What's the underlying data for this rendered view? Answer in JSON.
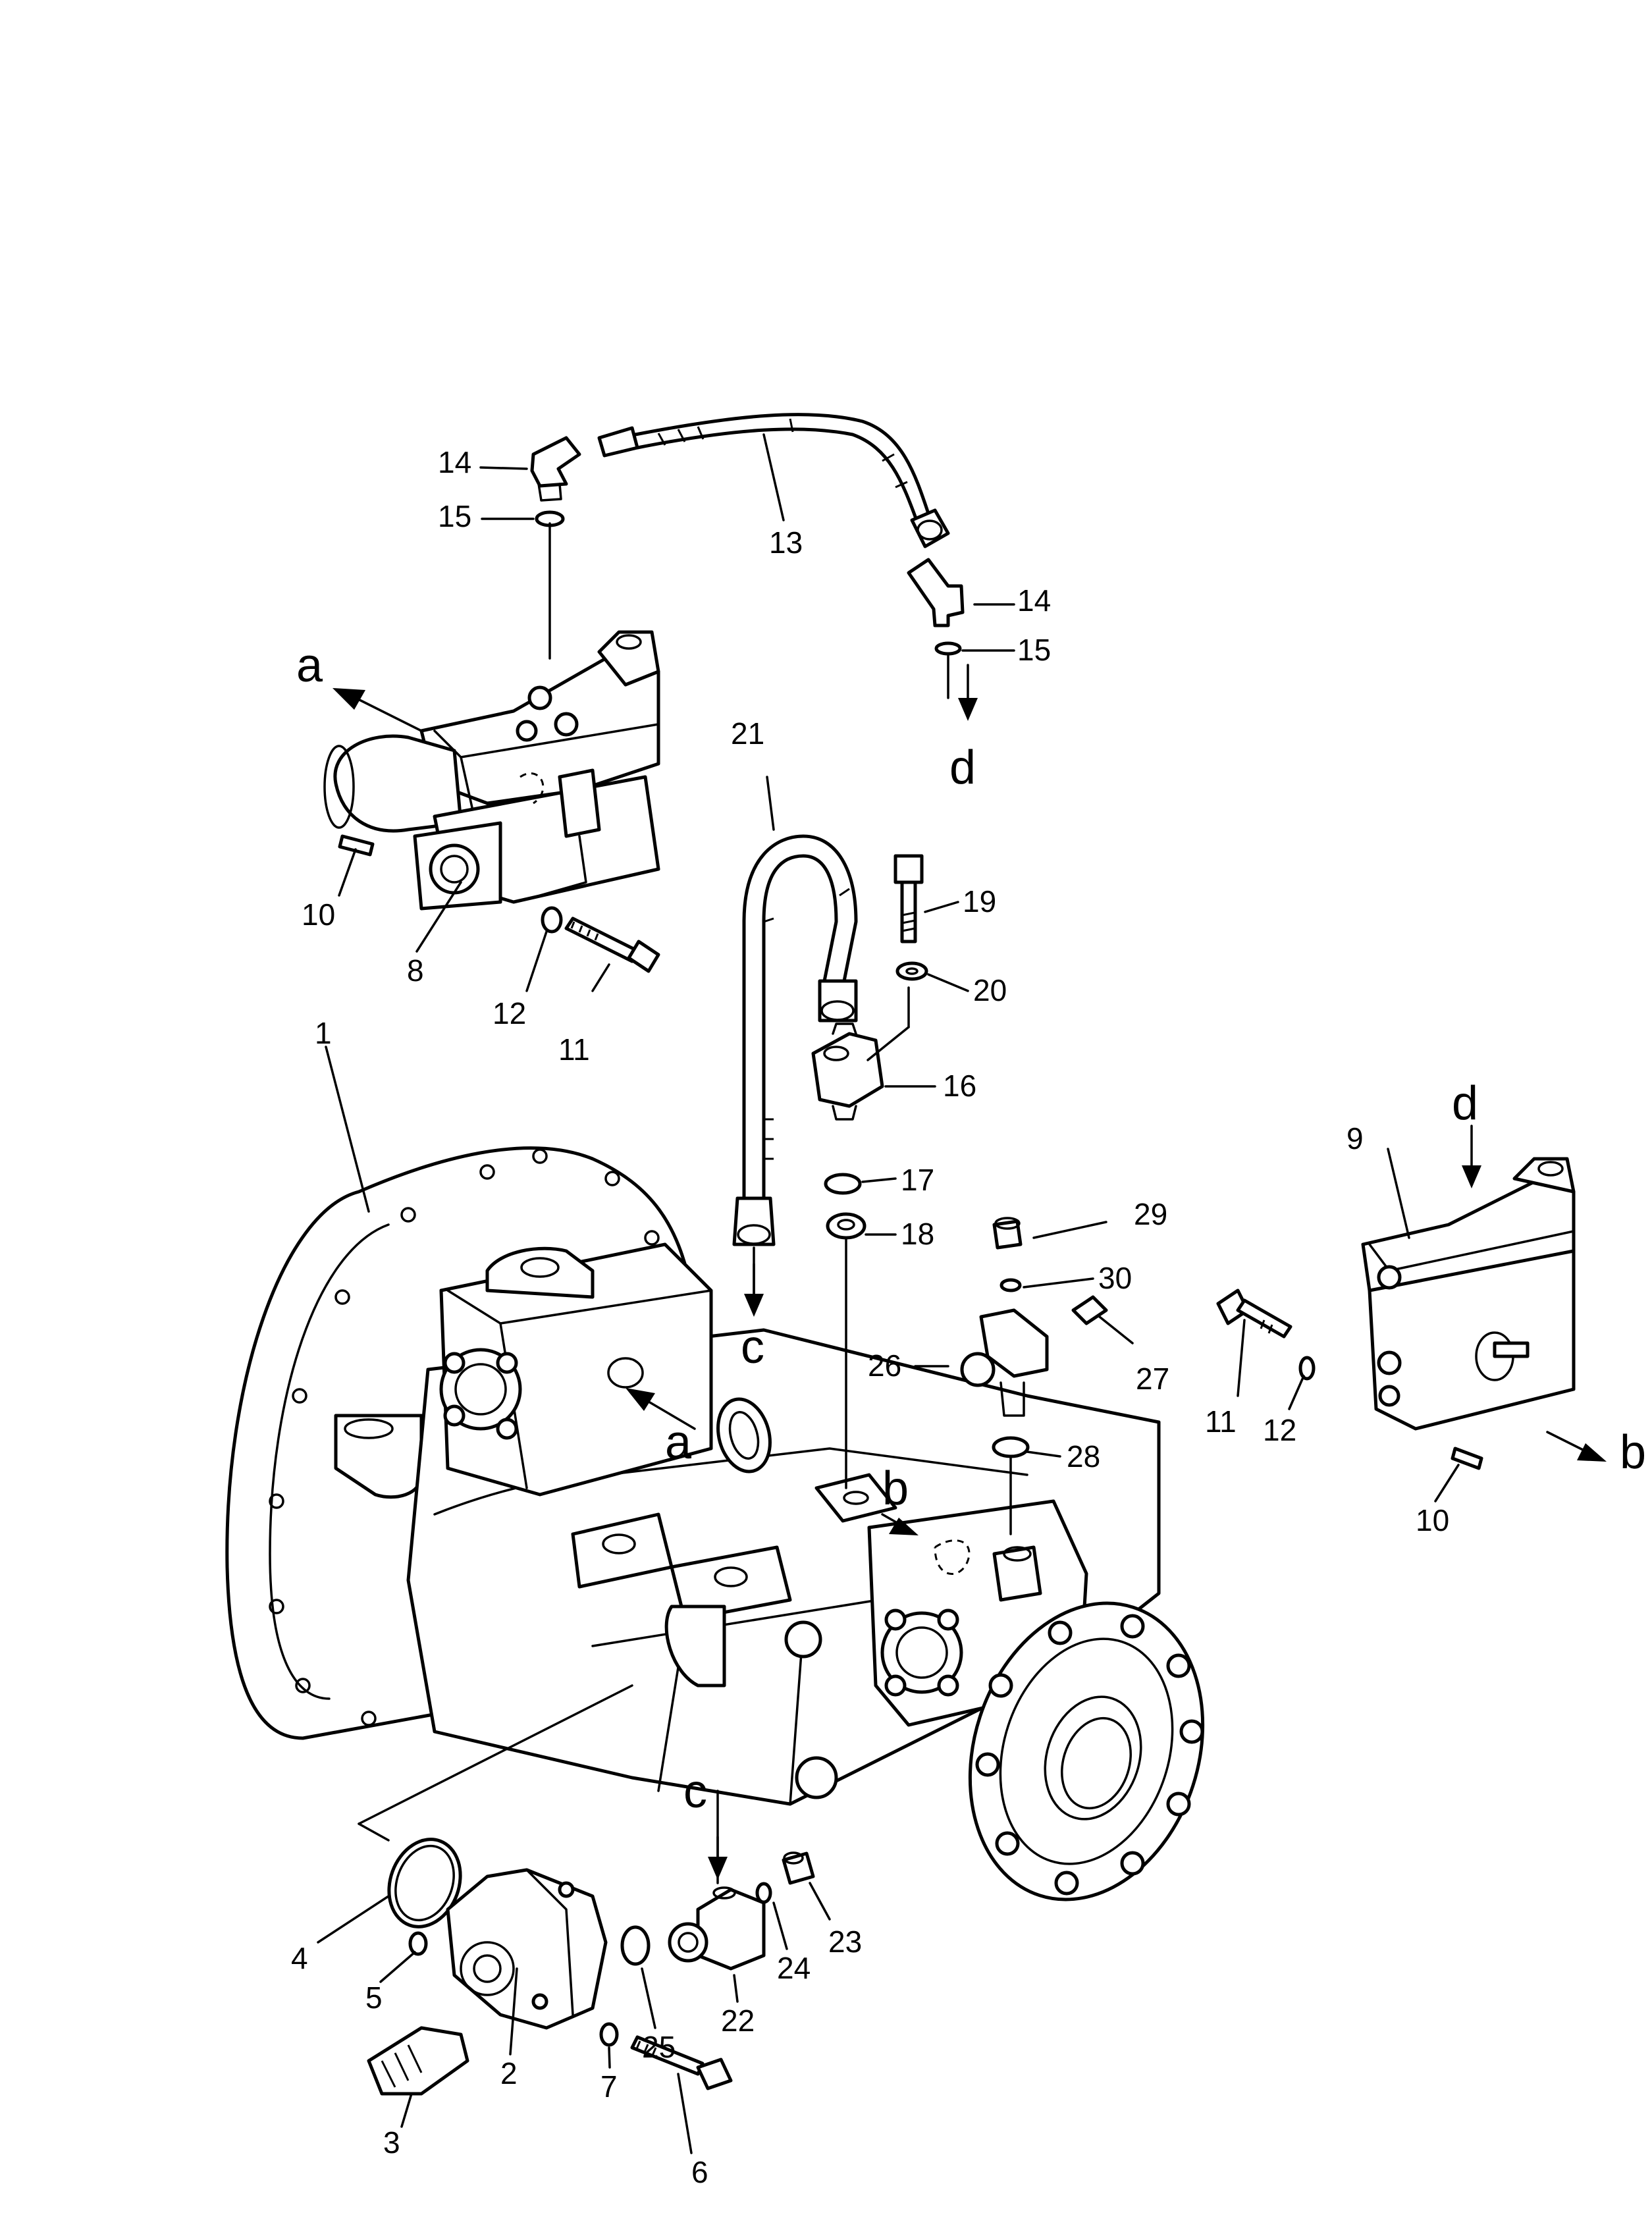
{
  "callouts": [
    {
      "id": "c1",
      "text": "1"
    },
    {
      "id": "c2",
      "text": "2"
    },
    {
      "id": "c3",
      "text": "3"
    },
    {
      "id": "c4",
      "text": "4"
    },
    {
      "id": "c5",
      "text": "5"
    },
    {
      "id": "c6",
      "text": "6"
    },
    {
      "id": "c7",
      "text": "7"
    },
    {
      "id": "c8",
      "text": "8"
    },
    {
      "id": "c9",
      "text": "9"
    },
    {
      "id": "c10a",
      "text": "10"
    },
    {
      "id": "c10b",
      "text": "10"
    },
    {
      "id": "c11a",
      "text": "11"
    },
    {
      "id": "c11b",
      "text": "11"
    },
    {
      "id": "c12a",
      "text": "12"
    },
    {
      "id": "c12b",
      "text": "12"
    },
    {
      "id": "c13",
      "text": "13"
    },
    {
      "id": "c14a",
      "text": "14"
    },
    {
      "id": "c14b",
      "text": "14"
    },
    {
      "id": "c15a",
      "text": "15"
    },
    {
      "id": "c15b",
      "text": "15"
    },
    {
      "id": "c16",
      "text": "16"
    },
    {
      "id": "c17",
      "text": "17"
    },
    {
      "id": "c18",
      "text": "18"
    },
    {
      "id": "c19",
      "text": "19"
    },
    {
      "id": "c20",
      "text": "20"
    },
    {
      "id": "c21",
      "text": "21"
    },
    {
      "id": "c22",
      "text": "22"
    },
    {
      "id": "c23",
      "text": "23"
    },
    {
      "id": "c24",
      "text": "24"
    },
    {
      "id": "c25",
      "text": "25"
    },
    {
      "id": "c26",
      "text": "26"
    },
    {
      "id": "c27",
      "text": "27"
    },
    {
      "id": "c28",
      "text": "28"
    },
    {
      "id": "c29",
      "text": "29"
    },
    {
      "id": "c30",
      "text": "30"
    }
  ],
  "connection_letters": {
    "a_valve": "a",
    "a_pump": "a",
    "b_pump": "b",
    "b_valve": "b",
    "c_hose": "c",
    "c_block": "c",
    "d_hose": "d",
    "d_valve": "d"
  }
}
